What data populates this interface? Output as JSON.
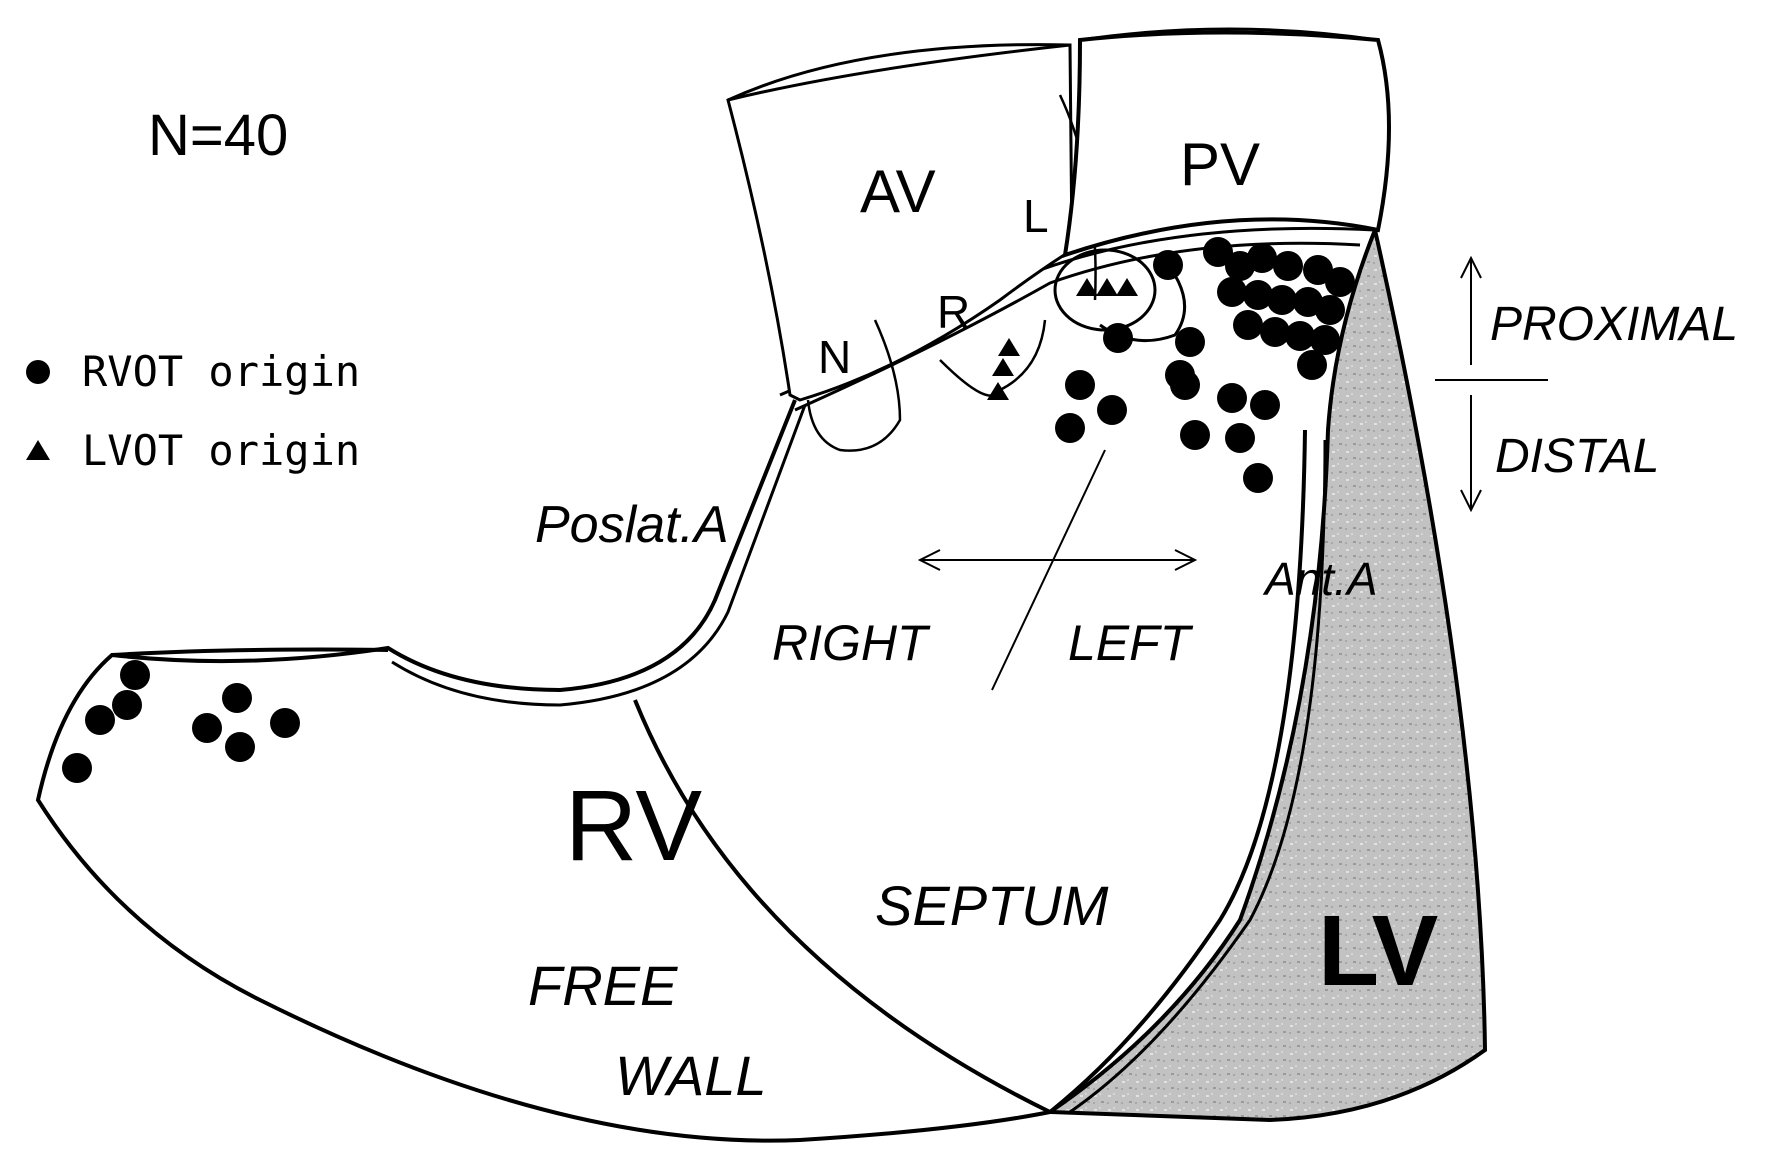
{
  "count_label": "N=40",
  "legend": {
    "rvot": {
      "marker": "circle",
      "label": "RVOT origin"
    },
    "lvot": {
      "marker": "triangle",
      "label": "LVOT origin"
    }
  },
  "valves": {
    "aortic": "AV",
    "pulmonary": "PV"
  },
  "cusps": {
    "left": "L",
    "right": "R",
    "noncoronary": "N"
  },
  "chambers": {
    "right_ventricle": "RV",
    "left_ventricle": "LV"
  },
  "regions": {
    "septum": "SEPTUM",
    "free_wall_line1": "FREE",
    "free_wall_line2": "WALL"
  },
  "arteries": {
    "posterolateral": "Poslat.A",
    "anterior": "Ant.A"
  },
  "directions": {
    "right": "RIGHT",
    "left": "LEFT",
    "proximal": "PROXIMAL",
    "distal": "DISTAL"
  },
  "colors": {
    "ink": "#000000",
    "lv_fill": "#c2c2c2",
    "background": "#ffffff"
  }
}
